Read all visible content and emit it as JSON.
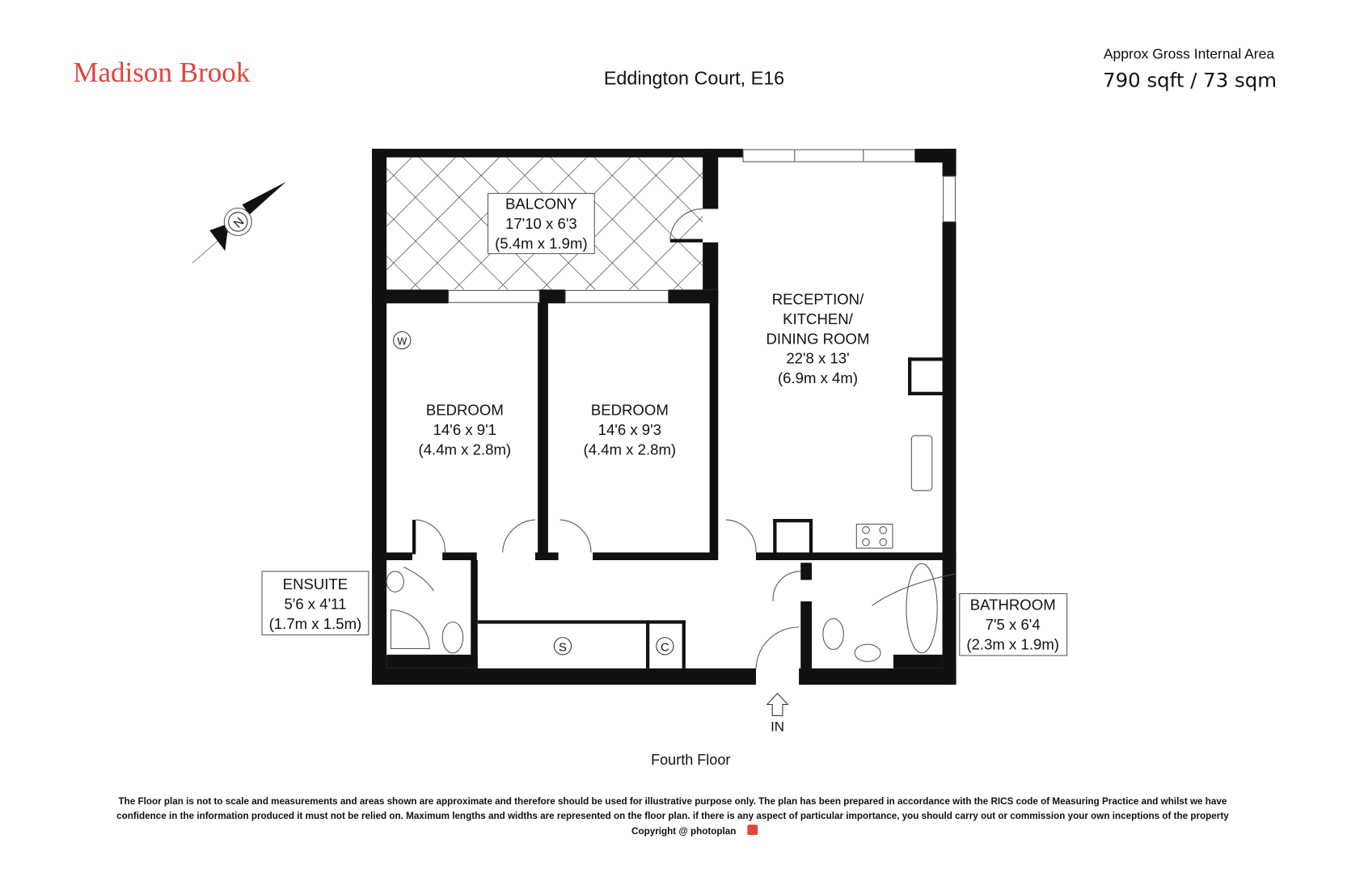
{
  "brand": {
    "logo_text": "Madison Brook",
    "color": "#e0443c"
  },
  "header": {
    "title": "Eddington Court, E16",
    "area_label": "Approx Gross Internal Area",
    "area_value": "790 sqft / 73 sqm"
  },
  "compass": {
    "letter": "N"
  },
  "rooms": {
    "balcony": {
      "name": "BALCONY",
      "imperial": "17'10 x 6'3",
      "metric": "(5.4m x 1.9m)"
    },
    "reception": {
      "name1": "RECEPTION/",
      "name2": "KITCHEN/",
      "name3": "DINING ROOM",
      "imperial": "22'8 x 13'",
      "metric": "(6.9m x 4m)"
    },
    "bedroom1": {
      "name": "BEDROOM",
      "imperial": "14'6 x 9'1",
      "metric": "(4.4m x 2.8m)"
    },
    "bedroom2": {
      "name": "BEDROOM",
      "imperial": "14'6 x 9'3",
      "metric": "(4.4m x 2.8m)"
    },
    "ensuite": {
      "name": "ENSUITE",
      "imperial": "5'6 x 4'11",
      "metric": "(1.7m x 1.5m)"
    },
    "bathroom": {
      "name": "BATHROOM",
      "imperial": "7'5 x 6'4",
      "metric": "(2.3m x 1.9m)"
    }
  },
  "symbols": {
    "wardrobe": "W",
    "storage": "S",
    "cupboard": "C"
  },
  "entrance": "IN",
  "floor": "Fourth Floor",
  "disclaimer": {
    "line1": "The Floor plan is not to scale and measurements and areas shown are approximate and therefore should be used for illustrative purpose only. The plan has been prepared in accordance with the RICS code of Measuring Practice and whilst we have",
    "line2": "confidence in the information produced it must not be relied on. Maximum  lengths and widths are represented on the floor plan. if there is any aspect of particular importance, you should carry out or commission your own inceptions of the property",
    "copyright": "Copyright @ photoplan"
  }
}
